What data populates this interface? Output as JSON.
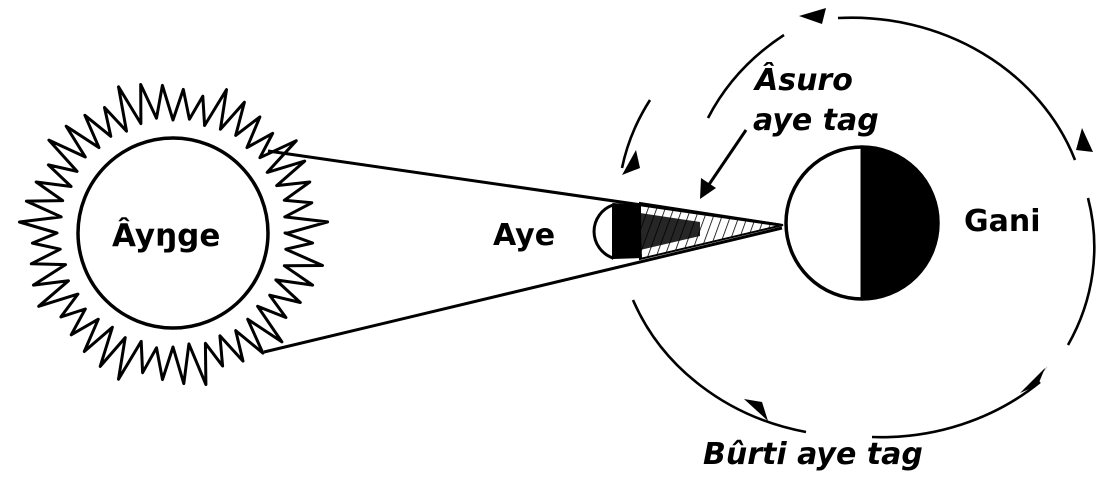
{
  "labels": {
    "sun": "Âyŋge",
    "moon": "Aye",
    "earth": "Gani",
    "umbra_line1": "Âsuro",
    "umbra_line2": "aye tag",
    "orbit": "Bûrti aye tag"
  },
  "colors": {
    "ink": "#000000",
    "paper": "#ffffff"
  }
}
